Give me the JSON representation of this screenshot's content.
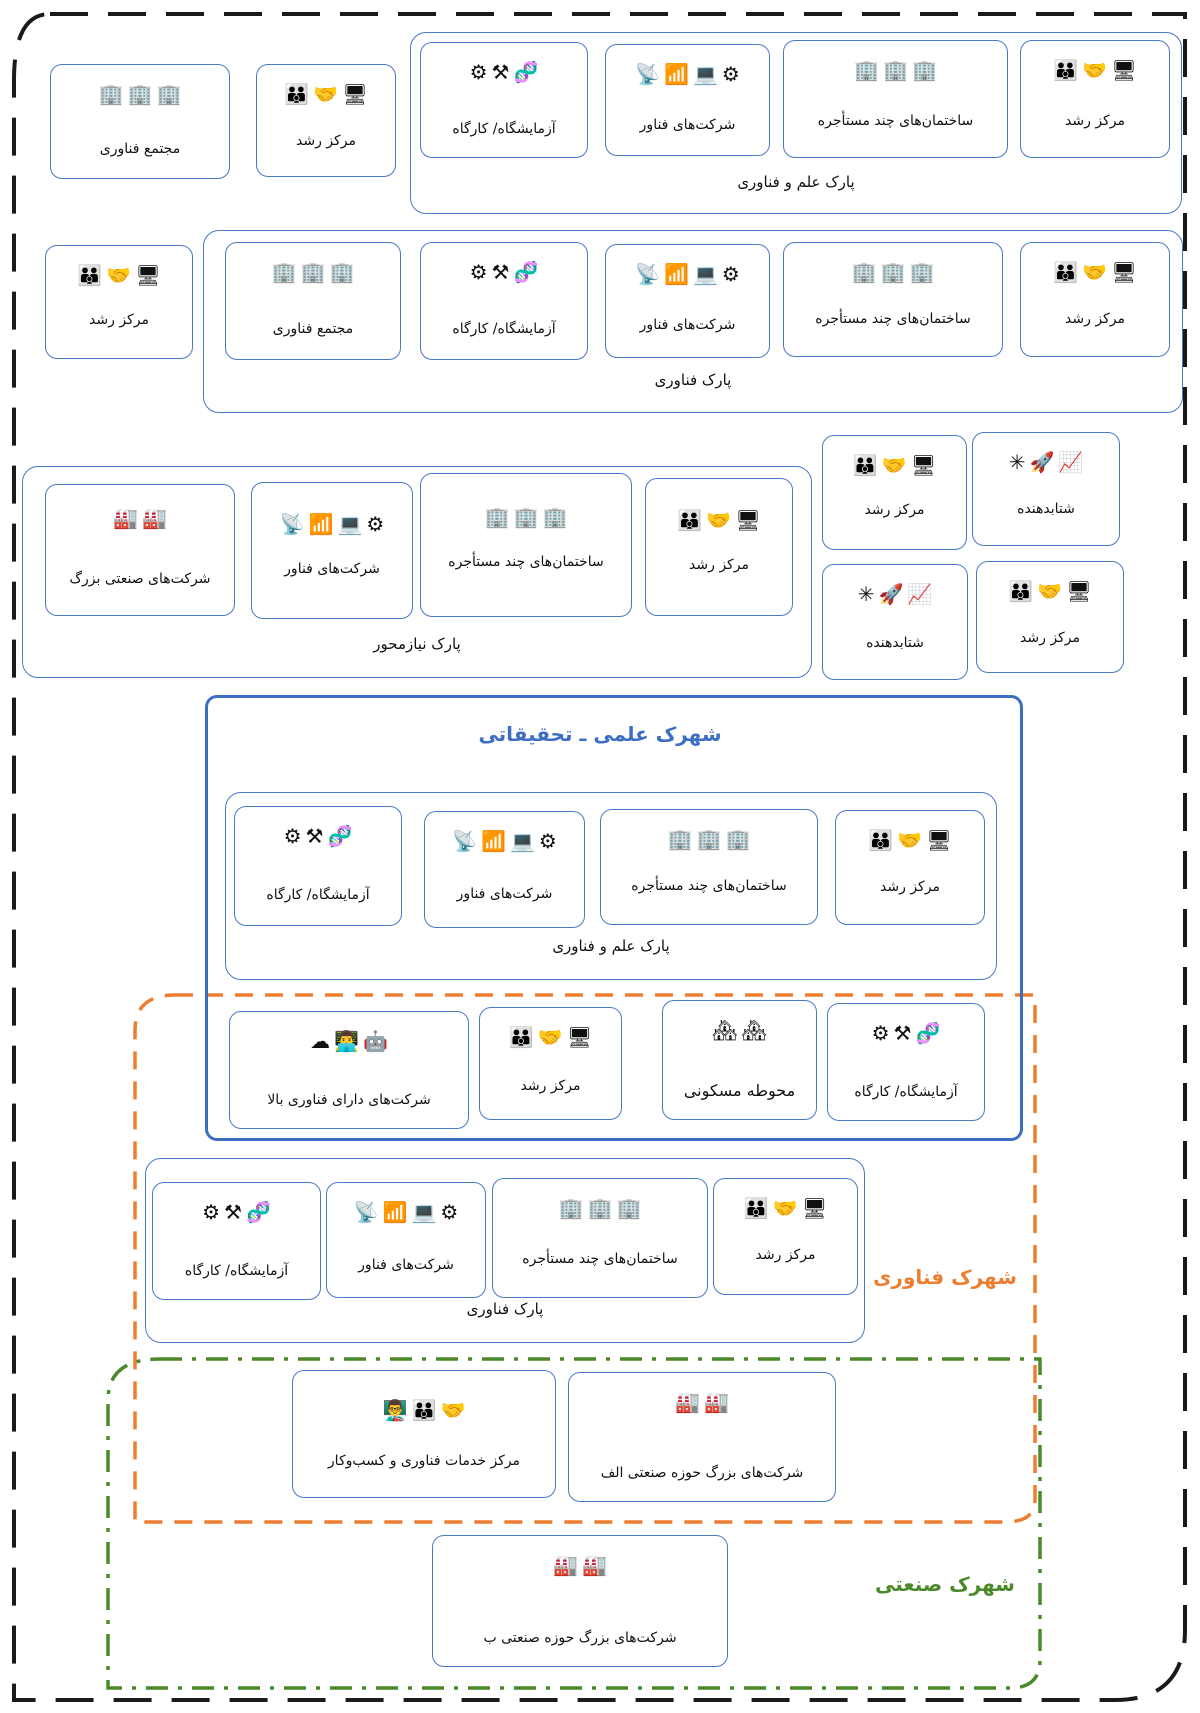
{
  "labels": {
    "incubator": "مرکز رشد",
    "multi_tenant": "ساختمان‌های چند مستأجره",
    "tech_companies": "شرکت‌های فناور",
    "lab_workshop": "آزمایشگاه/ کارگاه",
    "tech_complex": "مجتمع فناوری",
    "accelerator": "شتابدهنده",
    "large_industrial": "شرکت‌های صنعتی بزرگ",
    "residential": "محوطه مسکونی",
    "high_tech": "شرکت‌های دارای فناوری بالا",
    "services_center": "مرکز خدمات فناوری و کسب‌وکار",
    "industrial_a": "شرکت‌های بزرگ حوزه صنعتی الف",
    "industrial_b": "شرکت‌های بزرگ حوزه صنعتی ب"
  },
  "parks": {
    "science_tech": "پارک علم و فناوری",
    "tech_park": "پارک فناوری",
    "needs_park": "پارک نیازمحور"
  },
  "zones": {
    "research_town": "شهرک علمی ـ تحقیقاتی",
    "tech_town": "شهرک فناوری",
    "industrial_town": "شهرک صنعتی"
  },
  "colors": {
    "box_border": "#4a78c4",
    "research_town": "#3d6ec4",
    "tech_town": "#ed7d31",
    "industrial_town": "#4a8a2a",
    "outer_frame": "#1a1a1a"
  },
  "icons": {
    "incubator": [
      "people-icon",
      "handshake-icon",
      "cloud-computer-icon"
    ],
    "multi_tenant": [
      "building-icon",
      "building-icon",
      "building-icon"
    ],
    "tech_companies": [
      "satellite-icon",
      "wifi-icon",
      "monitor-icon",
      "gears-icon"
    ],
    "lab_workshop": [
      "gear-icon",
      "tools-icon",
      "dna-icon"
    ],
    "accelerator": [
      "star-burst-icon",
      "rocket-icon",
      "growth-chart-icon"
    ],
    "industrial": [
      "factory-workers-icon",
      "factory-workers-icon"
    ],
    "residential": [
      "family-house-icon",
      "family-house-icon"
    ],
    "high_tech": [
      "cloud-icon",
      "engineer-icon",
      "robot-icon"
    ],
    "services": [
      "consultant-icon",
      "people-icon",
      "handshake-icon"
    ]
  }
}
